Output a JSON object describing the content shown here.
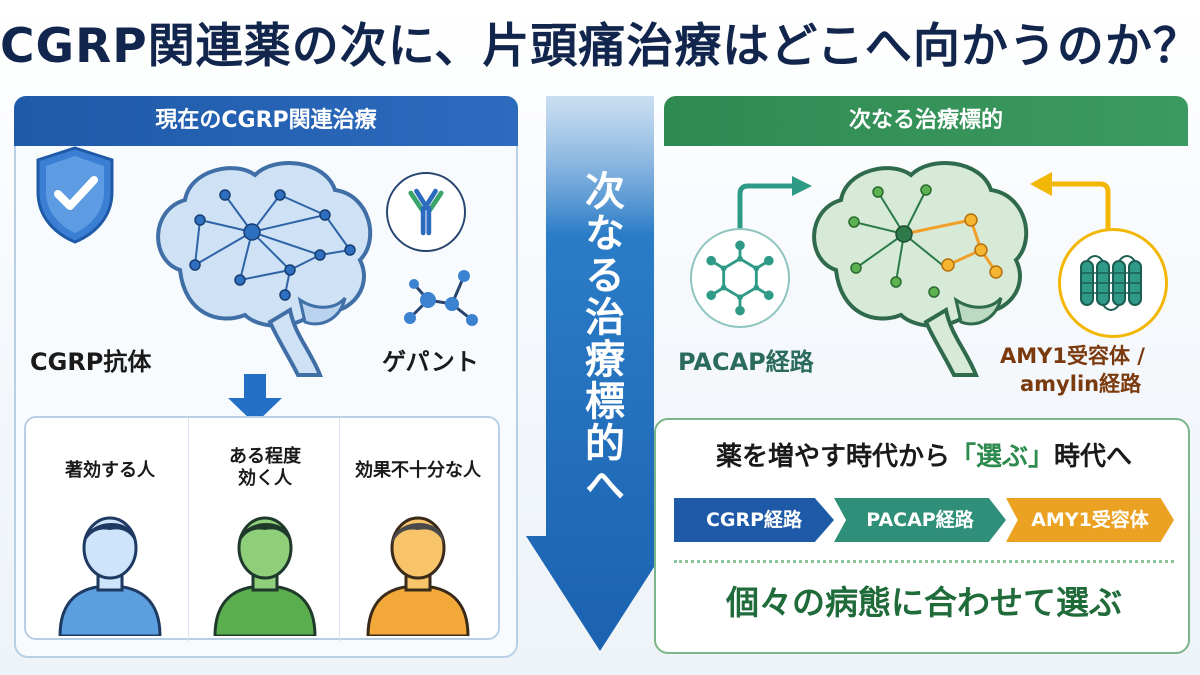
{
  "title": "CGRP関連薬の次に、片頭痛治療はどこへ向かうのか？",
  "left_panel": {
    "header": "現在のCGRP関連治療",
    "antibody_label": "CGRP抗体",
    "gepant_label": "ゲパント",
    "responders": [
      {
        "label": "著効する人",
        "color": "#5b9fe0"
      },
      {
        "label": "ある程度\n効く人",
        "color": "#5aae4e"
      },
      {
        "label": "効果不十分な人",
        "color": "#f2a93a"
      }
    ]
  },
  "center": {
    "arrow_text": "次なる治療標的へ",
    "color": "#1f6cb8"
  },
  "right_panel": {
    "header": "次なる治療標的",
    "pacap_label": "PACAP経路",
    "amy_label_line1": "AMY1受容体 /",
    "amy_label_line2": "amylin経路",
    "slogan_pre": "薬を増やす時代から",
    "slogan_hl": "「選ぶ」",
    "slogan_post": "時代へ",
    "pathways": [
      "CGRP経路",
      "PACAP経路",
      "AMY1受容体"
    ],
    "tagline": "個々の病態に合わせて選ぶ"
  },
  "colors": {
    "blue": "#1f5aa8",
    "green": "#2f8a52",
    "teal": "#2f8f78",
    "orange": "#eba122"
  },
  "icons": [
    "shield-check-icon",
    "brain-network-icon",
    "antibody-icon",
    "molecule-icon",
    "pacap-molecule-icon",
    "receptor-icon",
    "person-icon"
  ]
}
